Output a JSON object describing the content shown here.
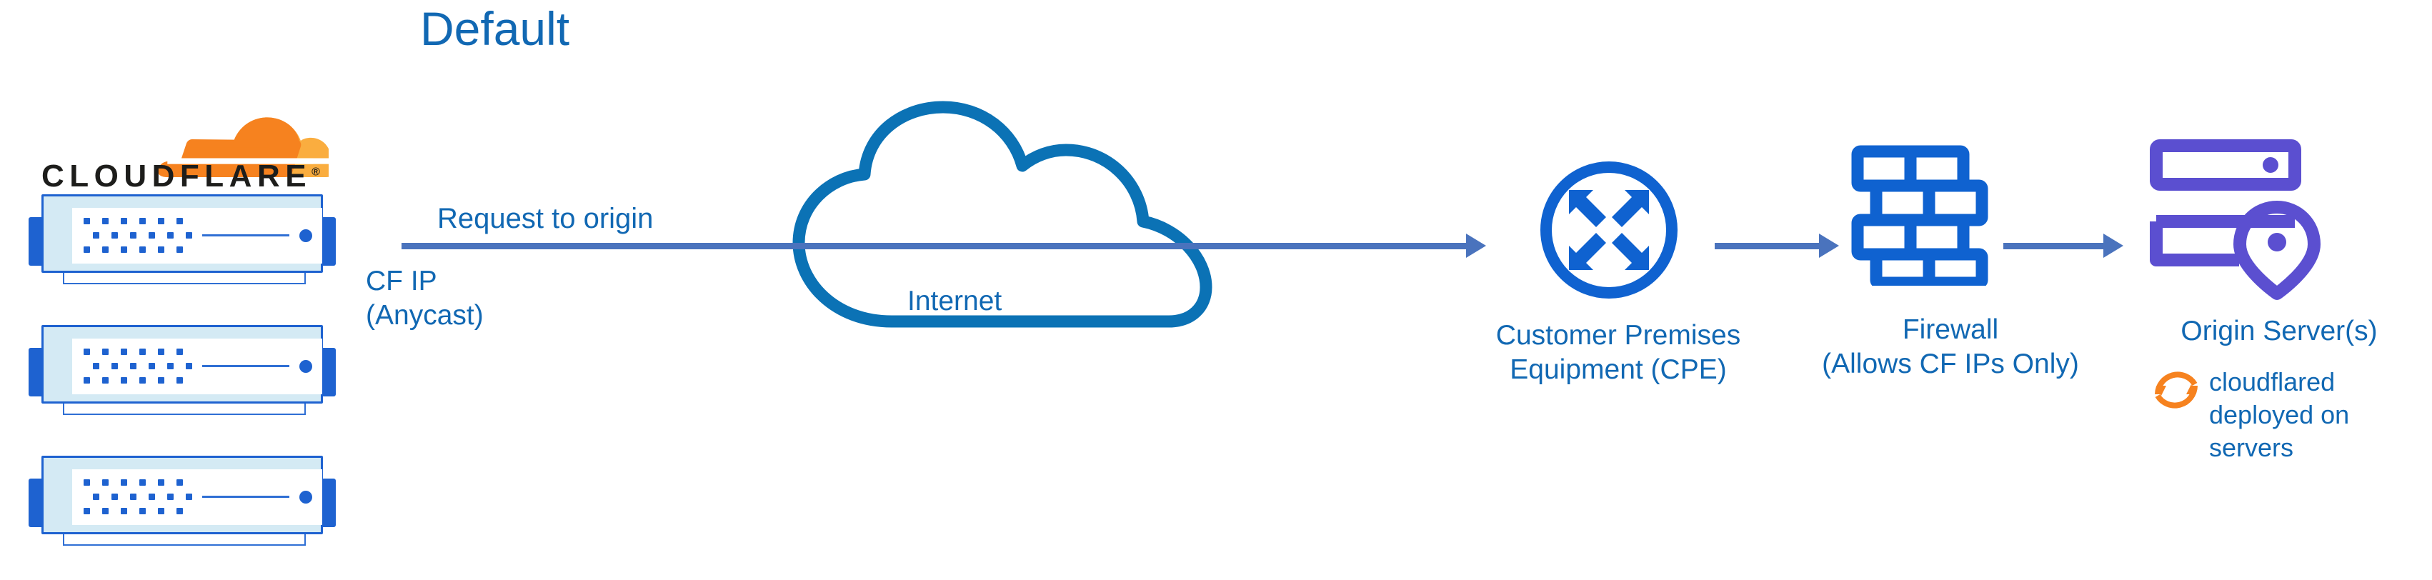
{
  "title": "Default",
  "colors": {
    "text_blue": "#1168b3",
    "cloudflare_orange": "#f6821f",
    "cloudflare_orange_light": "#faad3f",
    "icon_blue": "#0f62d0",
    "cloud_blue": "#0b72b5",
    "arrow_blue": "#4a73bd",
    "purple": "#5b4fd0",
    "wordmark_black": "#1d1d1b"
  },
  "brand": {
    "wordmark": "CLOUDFLARE",
    "registered_mark": "®",
    "logo_icon": "cloudflare-cloud-logo"
  },
  "servers": {
    "count": 3,
    "icon": "rack-server-icon"
  },
  "flow": {
    "request_label": "Request to origin",
    "cf_ip_label": "CF IP\n(Anycast)",
    "arrows": [
      {
        "name": "servers-to-cpe",
        "from": "cloudflare-servers",
        "to": "cpe"
      },
      {
        "name": "cpe-to-firewall",
        "from": "cpe",
        "to": "firewall"
      },
      {
        "name": "firewall-to-origin",
        "from": "firewall",
        "to": "origin-server"
      }
    ]
  },
  "nodes": [
    {
      "id": "internet",
      "label": "Internet",
      "icon": "cloud-outline-icon"
    },
    {
      "id": "cpe",
      "label": "Customer Premises\nEquipment (CPE)",
      "icon": "router-four-arrows-icon"
    },
    {
      "id": "firewall",
      "label": "Firewall\n(Allows CF IPs Only)",
      "icon": "brick-wall-icon"
    },
    {
      "id": "origin-server",
      "label": "Origin Server(s)",
      "icon": "server-with-location-pin-icon"
    }
  ],
  "annotation": {
    "text": "cloudflared\ndeployed on\nservers",
    "icon": "orange-sync-arrows-icon"
  }
}
